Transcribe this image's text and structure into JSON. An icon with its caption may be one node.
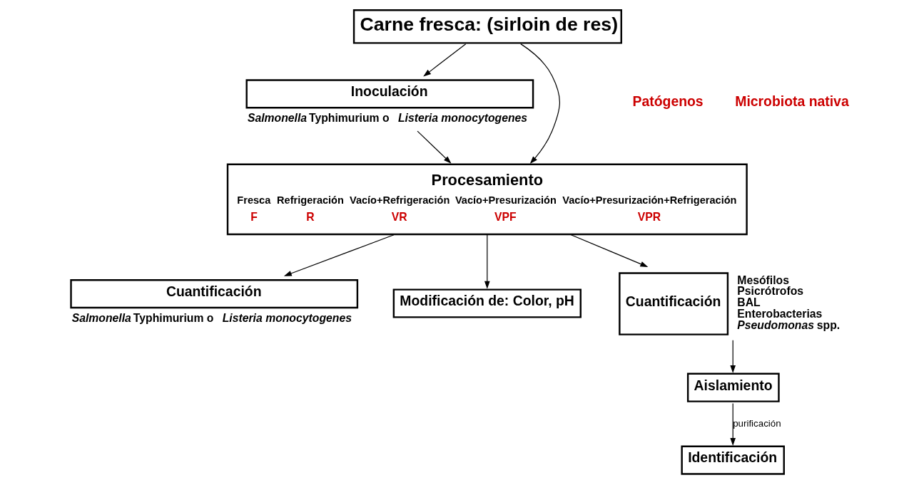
{
  "diagram": {
    "nodes": [
      {
        "text": [
          "Carne fresca: (sirloin de res)"
        ]
      },
      {
        "text": [
          "Inoculación"
        ],
        "beside": [
          "*Salmonella* Typhimurium o *Listeria monocytogenes*"
        ]
      },
      {
        "text": [
          "Procesamiento",
          "Fresca",
          "F",
          "Refrigeración",
          "R",
          "Vacío+Refrigeración",
          "VR",
          "Vacío+Presurización",
          "VPF",
          "Vacío+Presurización+Refrigeración",
          "VPR"
        ]
      },
      {
        "text": [
          "Cuantificación"
        ],
        "beside": [
          "*Salmonella* Typhimurium o *Listeria monocytogenes*"
        ]
      },
      {
        "text": [
          "Modificación de: Color, pH"
        ]
      },
      {
        "text": [
          "Cuantificación"
        ],
        "beside": [
          "Mesófilos",
          "Psicrótrofos",
          "BAL",
          "Enterobacterias",
          "*Pseudomonas* spp."
        ]
      },
      {
        "text": [
          "Aislamiento"
        ]
      },
      {
        "text": [
          "Identificación"
        ]
      }
    ],
    "edges": [
      {
        "from": 0,
        "to": 1,
        "arrow": "to"
      },
      {
        "from": 0,
        "to": 2,
        "arrow": "to"
      },
      {
        "from": 1,
        "to": 2,
        "arrow": "to"
      },
      {
        "from": 2,
        "to": 3,
        "arrow": "to"
      },
      {
        "from": 2,
        "to": 4,
        "arrow": "to"
      },
      {
        "from": 2,
        "to": 5,
        "arrow": "to"
      },
      {
        "from": 5,
        "to": 6,
        "arrow": "to"
      },
      {
        "from": 6,
        "to": 7,
        "arrow": "to",
        "label": "purificación"
      }
    ],
    "labels": [
      "Patógenos",
      "Microbiota nativa"
    ]
  }
}
